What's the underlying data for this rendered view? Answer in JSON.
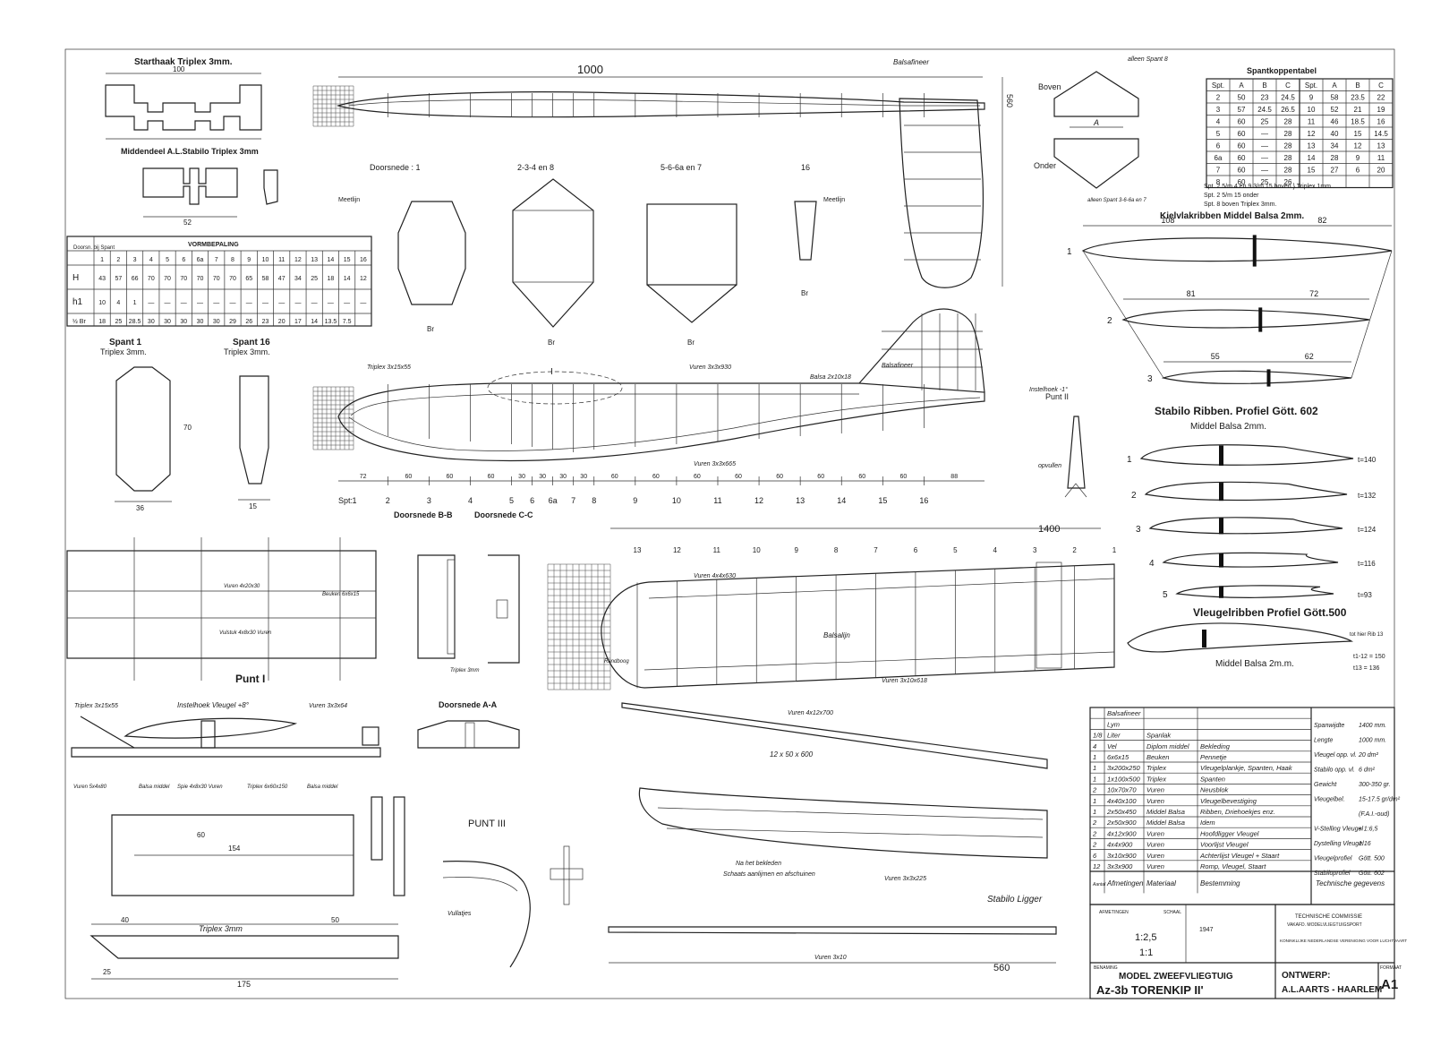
{
  "titles": {
    "starthaak": "Starthaak  Triplex 3mm.",
    "middendeel": "Middendeel A.L.Stabilo Triplex 3mm",
    "doorsnede": "Doorsnede :  1",
    "doorsnede_234": "2-3-4 en 8",
    "doorsnede_56": "5-6-6a en 7",
    "doorsnede_16": "16",
    "spant1": "Spant 1",
    "spant1_mat": "Triplex 3mm.",
    "spant16": "Spant 16",
    "spant16_mat": "Triplex 3mm.",
    "doorsnede_bb": "Doorsnede B-B",
    "doorsnede_cc": "Doorsnede C-C",
    "doorsnede_aa": "Doorsnede A-A",
    "punt1": "Punt I",
    "punt2": "Punt II",
    "punt3": "PUNT III",
    "spantkoppentabel": "Spantkoppentabel",
    "kielvlakribben": "Kielvlakribben  Middel Balsa 2mm.",
    "stabilo_ribben": "Stabilo Ribben. Profiel Gött. 602",
    "stabilo_ribben_mat": "Middel Balsa 2mm.",
    "vleugelribben": "Vleugelribben Profiel Gött.500",
    "vleugelribben_mat": "Middel Balsa 2m.m.",
    "stabilo_ligger": "Stabilo Ligger",
    "triplex3": "Triplex 3mm"
  },
  "dims": {
    "d1000": "1000",
    "d1400": "1400",
    "d560": "560",
    "d100": "100",
    "d70": "70",
    "d60": "60",
    "d175": "175",
    "d154": "154",
    "d52": "52",
    "d36": "36",
    "d15": "15",
    "d40": "40",
    "d50": "50",
    "d25": "25"
  },
  "labels": {
    "balsafineer": "Balsafineer",
    "meetlijn": "Meetlijn",
    "boven": "Boven",
    "onder": "Onder",
    "alleen_spant8": "alleen Spant 8",
    "alleen_spant_3": "alleen Spant 3-6-6a en 7",
    "instelhoek": "Instelhoek Vleugel +8°",
    "balsalijn": "Balsalijn",
    "na_bekleden": "Na het bekleden",
    "schaats": "Schaats aanlijmen en afschuinen",
    "vullatjes": "Vullatjes",
    "opvullen": "opvullen",
    "vuren_4x4x630": "Vuren 4x4x630",
    "vuren_3x10x618": "Vuren 3x10x618",
    "vuren_4x12x700": "Vuren 4x12x700",
    "vuren_3x3x225": "Vuren 3x3x225",
    "vuren_3x10": "Vuren 3x10",
    "vuren_3x3x665": "Vuren 3x3x665",
    "vuren_3x3x930": "Vuren 3x3x930",
    "balsa_2x10x18": "Balsa 2x10x18",
    "randboog": "Randboog",
    "vuren_4x20x30": "Vuren 4x20x30",
    "beuken": "Beuken 6x6x15",
    "vulstuk": "Vulstuk 4x8x30 Vuren",
    "triplex_3mm": "Triplex 3mm",
    "triplex_fuse": "Triplex 3x15x55",
    "vuren_3x3x64": "Vuren 3x3x64",
    "spie": "Spie 4x8x30 Vuren",
    "triplex_60": "Triplex 6x60x150",
    "balsa_middel": "Balsa middel",
    "vuren_5x4x80": "Vuren 5x4x80",
    "vuren_4x12": "12 x 50 x 600"
  },
  "spt": {
    "prefix": "Spt:",
    "labels": [
      "1",
      "2",
      "3",
      "4",
      "5",
      "6",
      "6a",
      "7",
      "8",
      "9",
      "10",
      "11",
      "12",
      "13",
      "14",
      "15",
      "16"
    ],
    "spacing": [
      "72",
      "60",
      "60",
      "60",
      "30",
      "30",
      "30",
      "30",
      "60",
      "60",
      "60",
      "60",
      "60",
      "60",
      "60",
      "60",
      "88"
    ]
  },
  "wing_ribs": [
    "13",
    "12",
    "11",
    "10",
    "9",
    "8",
    "7",
    "6",
    "5",
    "4",
    "3",
    "2",
    "1"
  ],
  "vormbepaling": {
    "corner": "Doorsn. bij Spant",
    "header": "VORMBEPALING",
    "cols": [
      "1",
      "2",
      "3",
      "4",
      "5",
      "6",
      "6a",
      "7",
      "8",
      "9",
      "10",
      "11",
      "12",
      "13",
      "14",
      "15",
      "16"
    ],
    "rows": [
      {
        "label": "H",
        "values": [
          "43",
          "57",
          "66",
          "70",
          "70",
          "70",
          "70",
          "70",
          "70",
          "65",
          "58",
          "47",
          "34",
          "25",
          "18",
          "14",
          "12"
        ]
      },
      {
        "label": "h1",
        "values": [
          "10",
          "4",
          "1",
          "—",
          "—",
          "—",
          "—",
          "—",
          "—",
          "—",
          "—",
          "—",
          "—",
          "—",
          "—",
          "—",
          "—"
        ]
      },
      {
        "label": "½ Br",
        "values": [
          "18",
          "25",
          "28.5",
          "30",
          "30",
          "30",
          "30",
          "30",
          "29",
          "26",
          "23",
          "20",
          "17",
          "14",
          "13.5",
          "7.5"
        ]
      }
    ]
  },
  "spantkoppen": {
    "header": [
      "Spt.",
      "A",
      "B",
      "C",
      "Spt.",
      "A",
      "B",
      "C"
    ],
    "rows": [
      [
        "2",
        "50",
        "23",
        "24.5",
        "9",
        "58",
        "23.5",
        "22"
      ],
      [
        "3",
        "57",
        "24.5",
        "26.5",
        "10",
        "52",
        "21",
        "19"
      ],
      [
        "4",
        "60",
        "25",
        "28",
        "11",
        "46",
        "18.5",
        "16"
      ],
      [
        "5",
        "60",
        "—",
        "28",
        "12",
        "40",
        "15",
        "14.5"
      ],
      [
        "6",
        "60",
        "—",
        "28",
        "13",
        "34",
        "12",
        "13"
      ],
      [
        "6a",
        "60",
        "—",
        "28",
        "14",
        "28",
        "9",
        "11"
      ],
      [
        "7",
        "60",
        "—",
        "28",
        "15",
        "27",
        "6",
        "20"
      ],
      [
        "8",
        "60",
        "25",
        "26",
        "",
        "",
        "",
        ""
      ]
    ],
    "notes": [
      "Spt. 2 5/m 4 en 9 3/m 15 boven } Triplex 1mm.",
      "Spt. 2 5/m 15 onder",
      "Spt. 8 boven  Triplex 3mm."
    ]
  },
  "stabilo_ribs": [
    {
      "n": "1",
      "t": "t=140"
    },
    {
      "n": "2",
      "t": "t=132"
    },
    {
      "n": "3",
      "t": "t=124"
    },
    {
      "n": "4",
      "t": "t=116"
    },
    {
      "n": "5",
      "t": "t=93"
    }
  ],
  "wing_rib_note": [
    "tot hier Rib 13",
    "t1-12 = 150",
    "t13 = 136"
  ],
  "kiel_ribs": [
    {
      "n": "1",
      "a": "108",
      "b": "82"
    },
    {
      "n": "2",
      "a": "81",
      "b": "72"
    },
    {
      "n": "3",
      "a": "55",
      "b": "62"
    }
  ],
  "parts_table": {
    "rows": [
      [
        "",
        "Balsafineer",
        "",
        ""
      ],
      [
        "",
        "Lym",
        "",
        ""
      ],
      [
        "1/8",
        "Liter",
        "Spanlak",
        ""
      ],
      [
        "4",
        "Vel",
        "Diplom middel",
        "Bekleding"
      ],
      [
        "1",
        "6x6x15",
        "Beuken",
        "Pennetje"
      ],
      [
        "1",
        "3x200x250",
        "Triplex",
        "Vleugelplankje, Spanten, Haak"
      ],
      [
        "1",
        "1x100x500",
        "Triplex",
        "Spanten"
      ],
      [
        "2",
        "10x70x70",
        "Vuren",
        "Neusblok"
      ],
      [
        "1",
        "4x40x100",
        "Vuren",
        "Vleugelbevestiging"
      ],
      [
        "1",
        "2x50x450",
        "Middel Balsa",
        "Ribben, Driehoekjes enz."
      ],
      [
        "2",
        "2x50x900",
        "Middel Balsa",
        "Idem"
      ],
      [
        "2",
        "4x12x900",
        "Vuren",
        "Hoofdligger Vleugel"
      ],
      [
        "2",
        "4x4x900",
        "Vuren",
        "Voorlijst Vleugel"
      ],
      [
        "6",
        "3x10x900",
        "Vuren",
        "Achterlijst Vleugel + Staart"
      ],
      [
        "12",
        "3x3x900",
        "Vuren",
        "Romp, Vleugel, Staart"
      ]
    ],
    "footer": [
      "Aantal",
      "Afmetingen",
      "Materiaal",
      "Bestemming"
    ],
    "tech_title": "Technische gegevens",
    "tech": [
      [
        "Spanwijdte",
        "1400 mm."
      ],
      [
        "Lengte",
        "1000 mm."
      ],
      [
        "Vleugel opp. vl.",
        "20 dm²"
      ],
      [
        "Stabilo opp. vl.",
        "6 dm²"
      ],
      [
        "Gewicht",
        "300-350 gr."
      ],
      [
        "Vleugelbel.",
        "15-17.5 gr/dm²"
      ],
      [
        "",
        "(F.A.I.-oud)"
      ],
      [
        "V-Stelling Vleugel",
        "≈ 1:6,5"
      ],
      [
        "Dystelling Vleugel",
        "1:16"
      ],
      [
        "Vleugelprofiel",
        "Gött. 500"
      ],
      [
        "Stabiloprofiel",
        "Gött. 602"
      ]
    ]
  },
  "title_block": {
    "scale1": "1:2,5",
    "scale2": "1:1",
    "year": "1947",
    "commissie1": "TECHNISCHE COMMISSIE",
    "commissie2": "VAKAFD. MODELVLIEGTUIGSPORT",
    "vereniging": "KONINKLIJKE NEDERLANDSE VERENIGING VOOR LUCHTVAART",
    "model_label": "MODEL ZWEEFVLIEGTUIG",
    "model_name": "Az-3b TORENKIP II'",
    "ontwerp_label": "ONTWERP:",
    "ontwerp": "A.L.AARTS - HAARLEM",
    "format": "A1",
    "benaming": "BENAMING",
    "formaat": "FORMAAT",
    "schaal": "SCHAAL",
    "afmetingen": "AFMETINGEN"
  }
}
